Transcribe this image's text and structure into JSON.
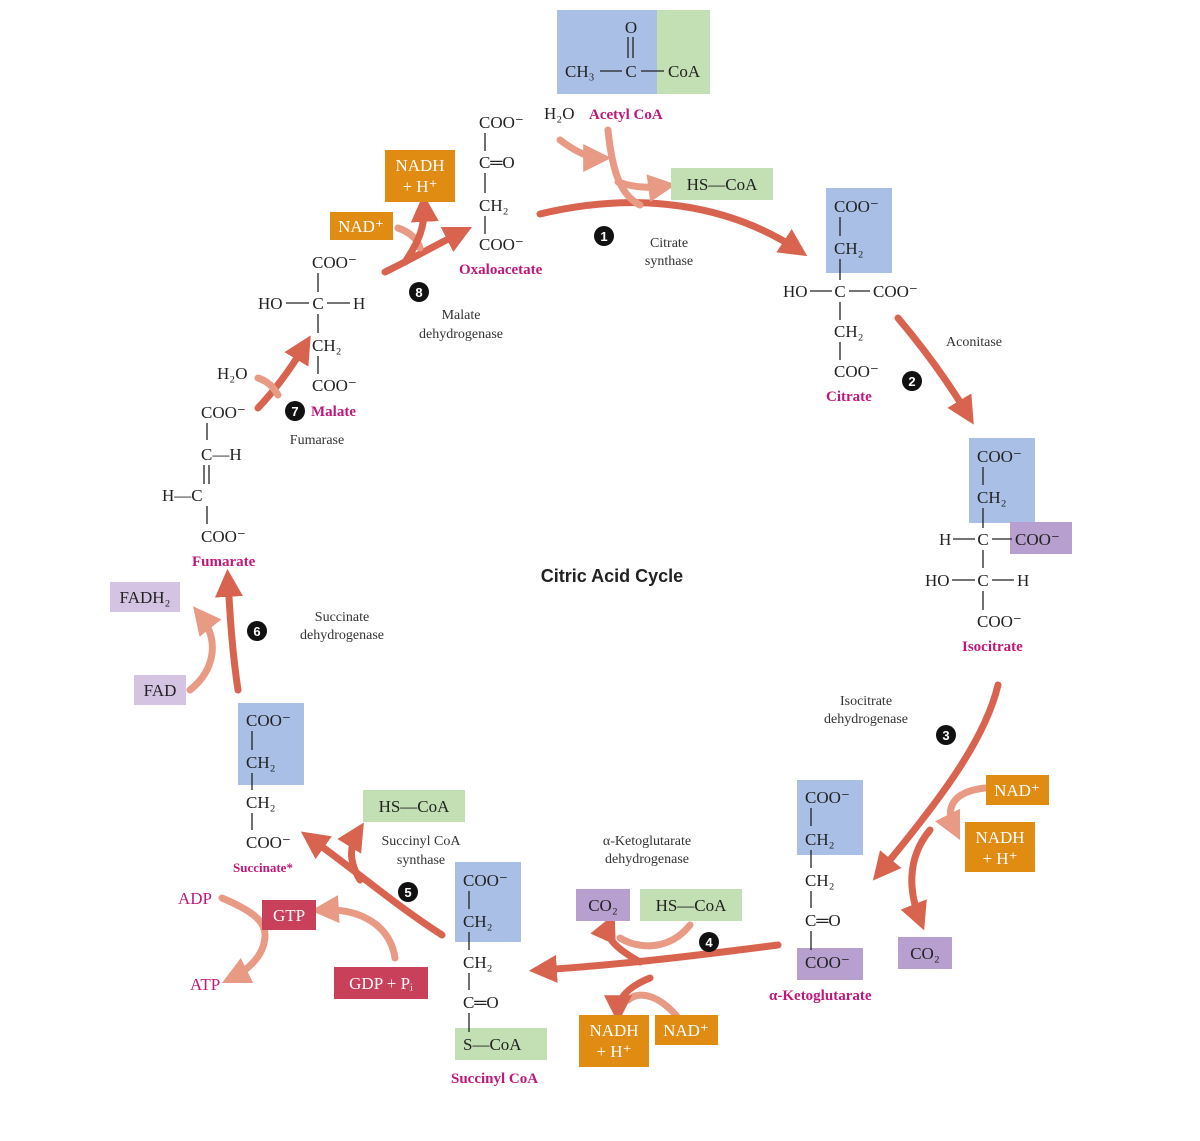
{
  "title": "Citric Acid Cycle",
  "colors": {
    "blue": "#a9bfe6",
    "green": "#c3dfb4",
    "orange": "#e08c12",
    "purple": "#b7a0cf",
    "red": "#c8405a",
    "lilac": "#d5c3e3",
    "arrow": "#d86450",
    "name_magenta": "#c0187a"
  },
  "molecules": {
    "acetyl_coa": {
      "name": "Acetyl CoA",
      "o": "O",
      "ch3": "CH₃",
      "c": "C",
      "coa": "CoA"
    },
    "citrate": {
      "name": "Citrate",
      "coo_top": "COO⁻",
      "ch2a": "CH₂",
      "ho": "HO",
      "c": "C",
      "coo_mid": "COO⁻",
      "ch2b": "CH₂",
      "coo_bot": "COO⁻"
    },
    "isocitrate": {
      "name": "Isocitrate",
      "coo_top": "COO⁻",
      "ch2": "CH₂",
      "h": "H",
      "c1": "C",
      "coo_mid": "COO⁻",
      "ho": "HO",
      "c2": "C",
      "h2": "H",
      "coo_bot": "COO⁻"
    },
    "alpha_ketoglutarate": {
      "name": "α-Ketoglutarate",
      "coo_top": "COO⁻",
      "ch2a": "CH₂",
      "ch2b": "CH₂",
      "co": "C═O",
      "coo_bot": "COO⁻"
    },
    "succinyl_coa": {
      "name": "Succinyl CoA",
      "coo_top": "COO⁻",
      "ch2a": "CH₂",
      "ch2b": "CH₂",
      "co": "C═O",
      "scoa": "S—CoA"
    },
    "succinate": {
      "name": "Succinate*",
      "coo_top": "COO⁻",
      "ch2a": "CH₂",
      "ch2b": "CH₂",
      "coo_bot": "COO⁻"
    },
    "fumarate": {
      "name": "Fumarate",
      "coo_top": "COO⁻",
      "ch": "C—H",
      "hc": "H—C",
      "coo_bot": "COO⁻"
    },
    "malate": {
      "name": "Malate",
      "coo_top": "COO⁻",
      "ho": "HO",
      "c": "C",
      "h": "H",
      "ch2": "CH₂",
      "coo_bot": "COO⁻"
    },
    "oxaloacetate": {
      "name": "Oxaloacetate",
      "coo_top": "COO⁻",
      "co": "C═O",
      "ch2": "CH₂",
      "coo_bot": "COO⁻"
    }
  },
  "steps": [
    {
      "num": "1",
      "enzyme_l1": "Citrate",
      "enzyme_l2": "synthase"
    },
    {
      "num": "2",
      "enzyme_l1": "Aconitase",
      "enzyme_l2": ""
    },
    {
      "num": "3",
      "enzyme_l1": "Isocitrate",
      "enzyme_l2": "dehydrogenase"
    },
    {
      "num": "4",
      "enzyme_l1": "α-Ketoglutarate",
      "enzyme_l2": "dehydrogenase"
    },
    {
      "num": "5",
      "enzyme_l1": "Succinyl CoA",
      "enzyme_l2": "synthase"
    },
    {
      "num": "6",
      "enzyme_l1": "Succinate",
      "enzyme_l2": "dehydrogenase"
    },
    {
      "num": "7",
      "enzyme_l1": "Fumarase",
      "enzyme_l2": ""
    },
    {
      "num": "8",
      "enzyme_l1": "Malate",
      "enzyme_l2": "dehydrogenase"
    }
  ],
  "cofactors": {
    "h2o_1": "H₂O",
    "hscoa_1": "HS—CoA",
    "nad_3": "NAD⁺",
    "nadh_3_l1": "NADH",
    "nadh_3_l2": "+ H⁺",
    "co2_3": "CO₂",
    "co2_4": "CO₂",
    "hscoa_4": "HS—CoA",
    "nadh_4_l1": "NADH",
    "nadh_4_l2": "+ H⁺",
    "nad_4": "NAD⁺",
    "hscoa_5": "HS—CoA",
    "gtp": "GTP",
    "gdp": "GDP + Pᵢ",
    "adp": "ADP",
    "atp": "ATP",
    "fadh2": "FADH₂",
    "fad": "FAD",
    "h2o_7": "H₂O",
    "nad_8": "NAD⁺",
    "nadh_8_l1": "NADH",
    "nadh_8_l2": "+ H⁺"
  }
}
